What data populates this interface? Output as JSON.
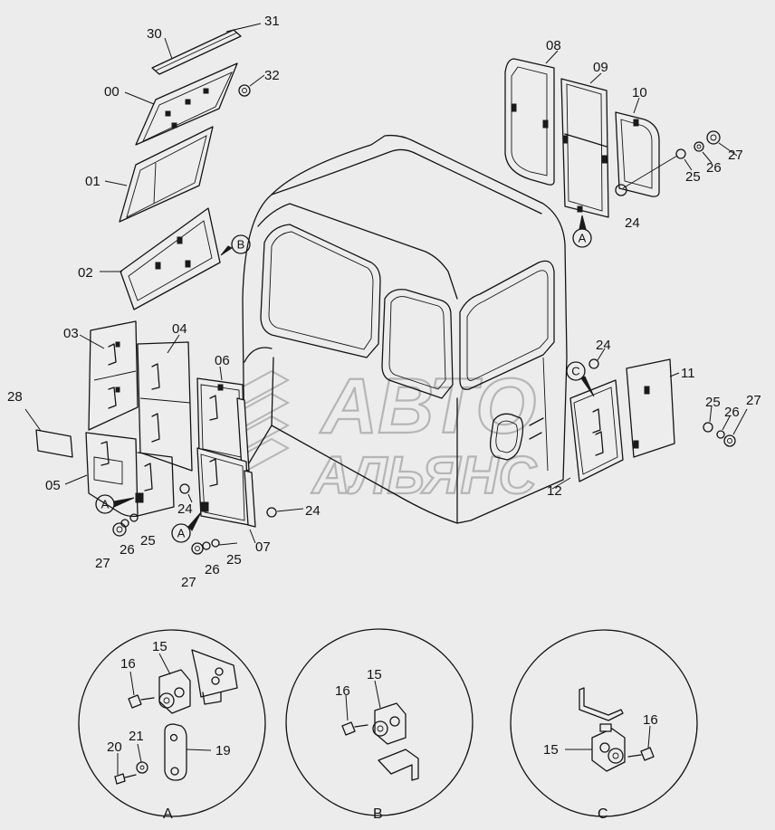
{
  "watermark": {
    "line1": "АВТО",
    "line2": "АЛЬЯНС"
  },
  "part_labels": [
    {
      "id": "p30",
      "text": "30"
    },
    {
      "id": "p31",
      "text": "31"
    },
    {
      "id": "p32",
      "text": "32"
    },
    {
      "id": "p00",
      "text": "00"
    },
    {
      "id": "p01",
      "text": "01"
    },
    {
      "id": "p02",
      "text": "02"
    },
    {
      "id": "p03",
      "text": "03"
    },
    {
      "id": "p04",
      "text": "04"
    },
    {
      "id": "p05",
      "text": "05"
    },
    {
      "id": "p06",
      "text": "06"
    },
    {
      "id": "p07",
      "text": "07"
    },
    {
      "id": "p08",
      "text": "08"
    },
    {
      "id": "p09",
      "text": "09"
    },
    {
      "id": "p10",
      "text": "10"
    },
    {
      "id": "p11",
      "text": "11"
    },
    {
      "id": "p12",
      "text": "12"
    },
    {
      "id": "p28",
      "text": "28"
    }
  ],
  "hardware_labels": {
    "n24": "24",
    "n25": "25",
    "n26": "26",
    "n27": "27"
  },
  "reference_markers": {
    "a": "A",
    "b": "B",
    "c": "C"
  },
  "detail_views": [
    {
      "id": "A",
      "caption": "A",
      "parts": {
        "p15": "15",
        "p16": "16",
        "p19": "19",
        "p20": "20",
        "p21": "21"
      }
    },
    {
      "id": "B",
      "caption": "B",
      "parts": {
        "p15": "15",
        "p16": "16"
      }
    },
    {
      "id": "C",
      "caption": "C",
      "parts": {
        "p15": "15",
        "p16": "16"
      }
    }
  ]
}
